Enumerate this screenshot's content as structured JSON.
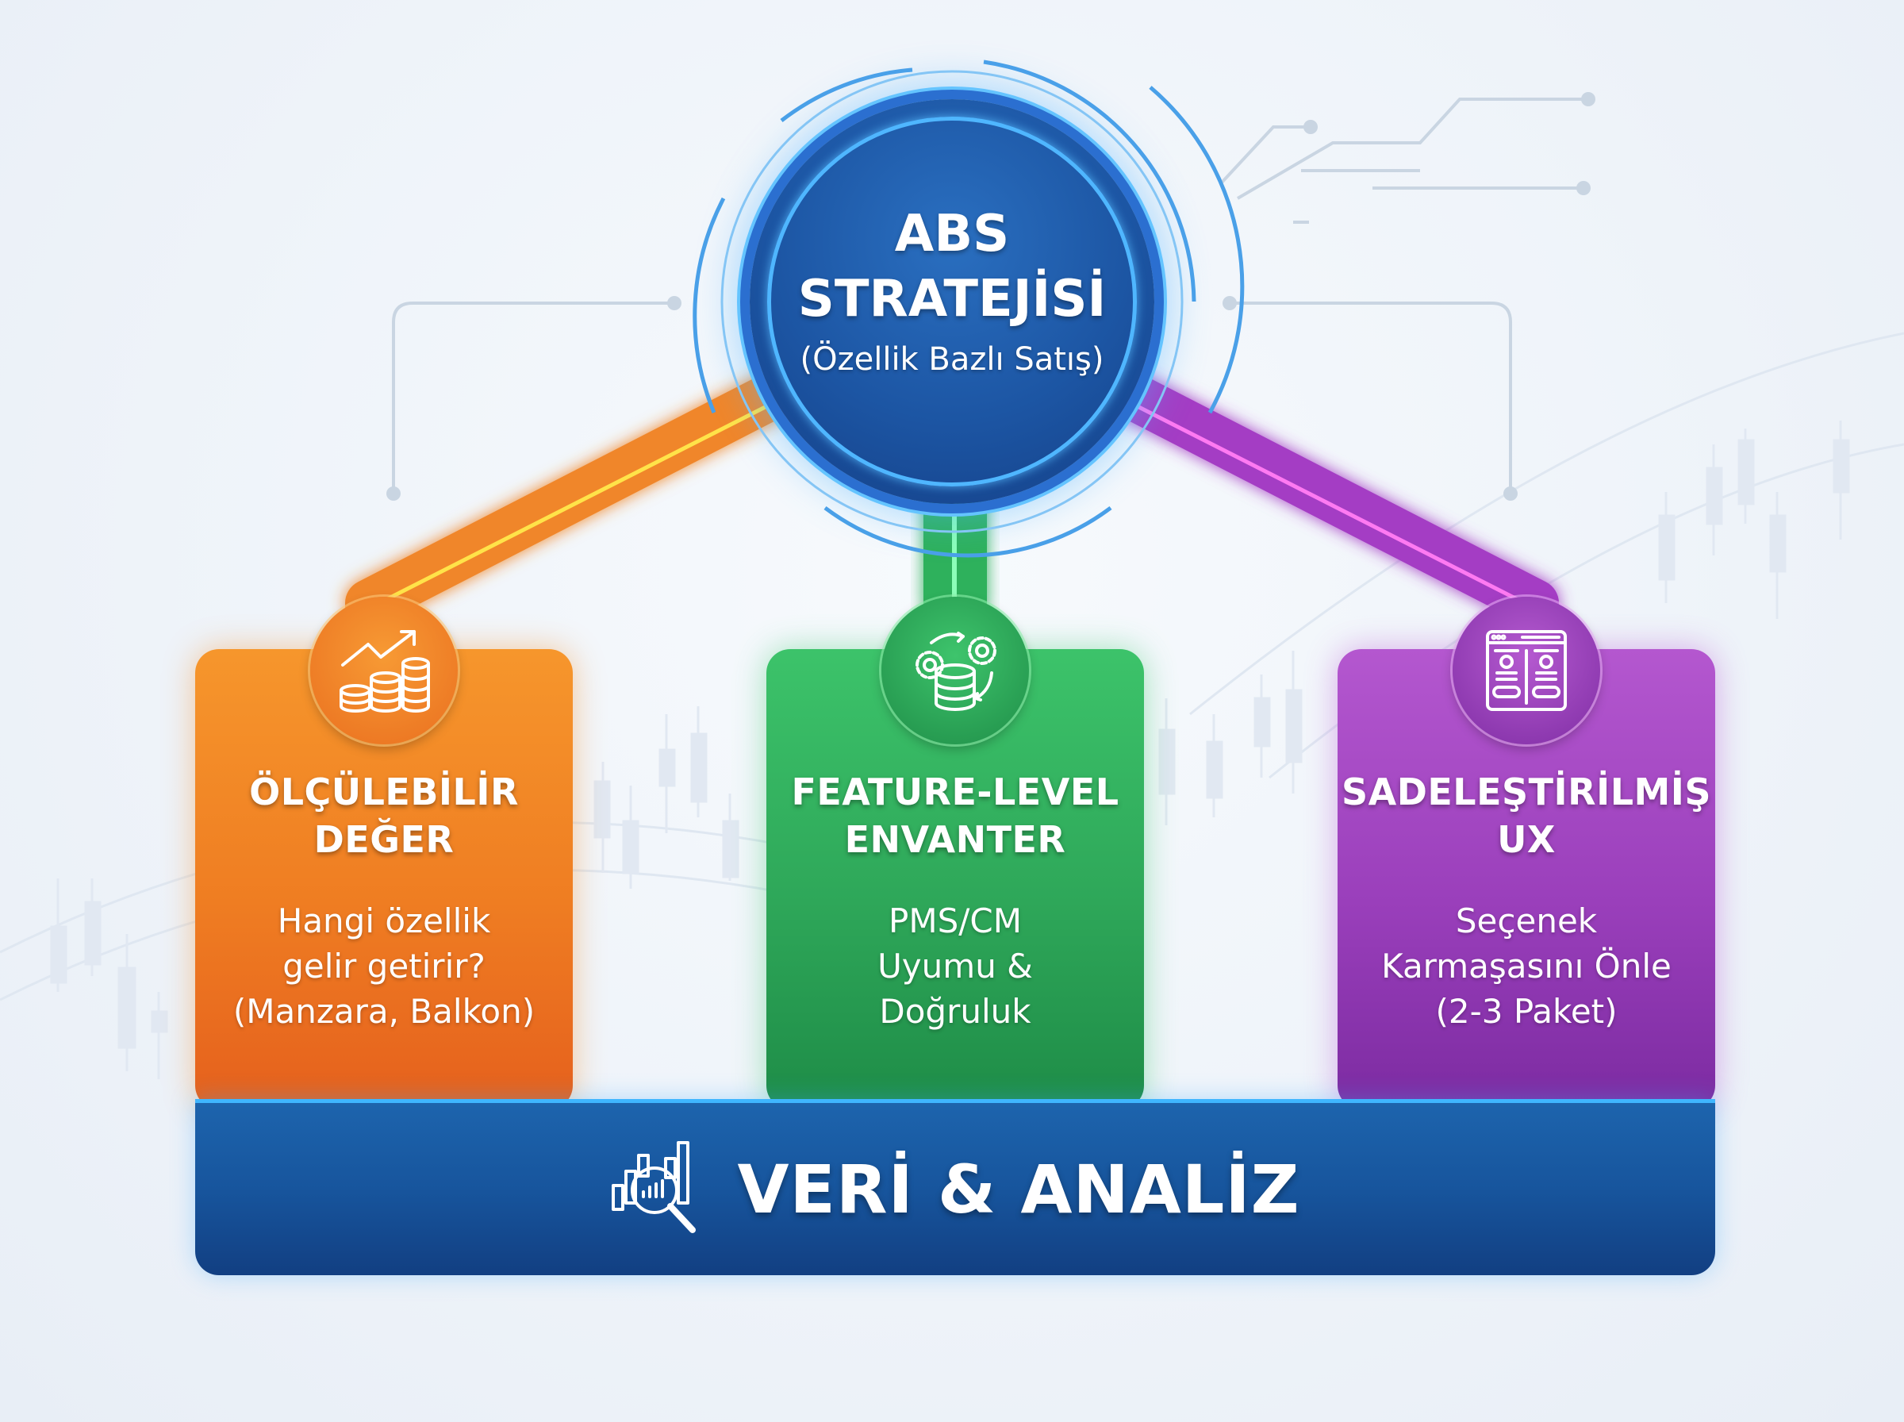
{
  "hub": {
    "title": "ABS\nSTRATEJİSİ",
    "subtitle": "(Özellik Bazlı Satış)",
    "color": "#1c55a3"
  },
  "pillars": [
    {
      "title": "ÖLÇÜLEBİLİR\nDEĞER",
      "body": "Hangi özellik\ngelir getirir?\n(Manzara, Balkon)",
      "icon": "rising-chart-coins-icon",
      "color": "#ef7d22"
    },
    {
      "title": "FEATURE-LEVEL\nENVANTER",
      "body": "PMS/CM\nUyumu &\nDoğruluk",
      "icon": "database-gears-icon",
      "color": "#2ea759"
    },
    {
      "title": "SADELEŞTİRİLMİŞ\nUX",
      "body": "Seçenek\nKarmaşasını Önle\n(2-3 Paket)",
      "icon": "browser-layout-icon",
      "color": "#9a3fbb"
    }
  ],
  "foundation": {
    "title": "VERİ & ANALİZ",
    "icon": "analytics-magnifier-icon",
    "color": "#17559d"
  }
}
